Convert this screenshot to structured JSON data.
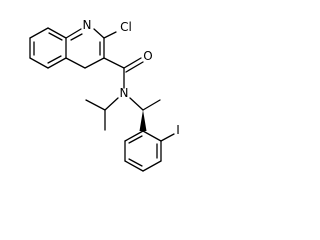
{
  "molecule": {
    "atom_labels": {
      "ring_nitrogen": "N",
      "chlorine": "Cl",
      "carbonyl_oxygen": "O",
      "amide_nitrogen": "N",
      "iodine": "I"
    },
    "colors": {
      "bond": "#000000",
      "label": "#000000",
      "background": "#ffffff"
    }
  }
}
